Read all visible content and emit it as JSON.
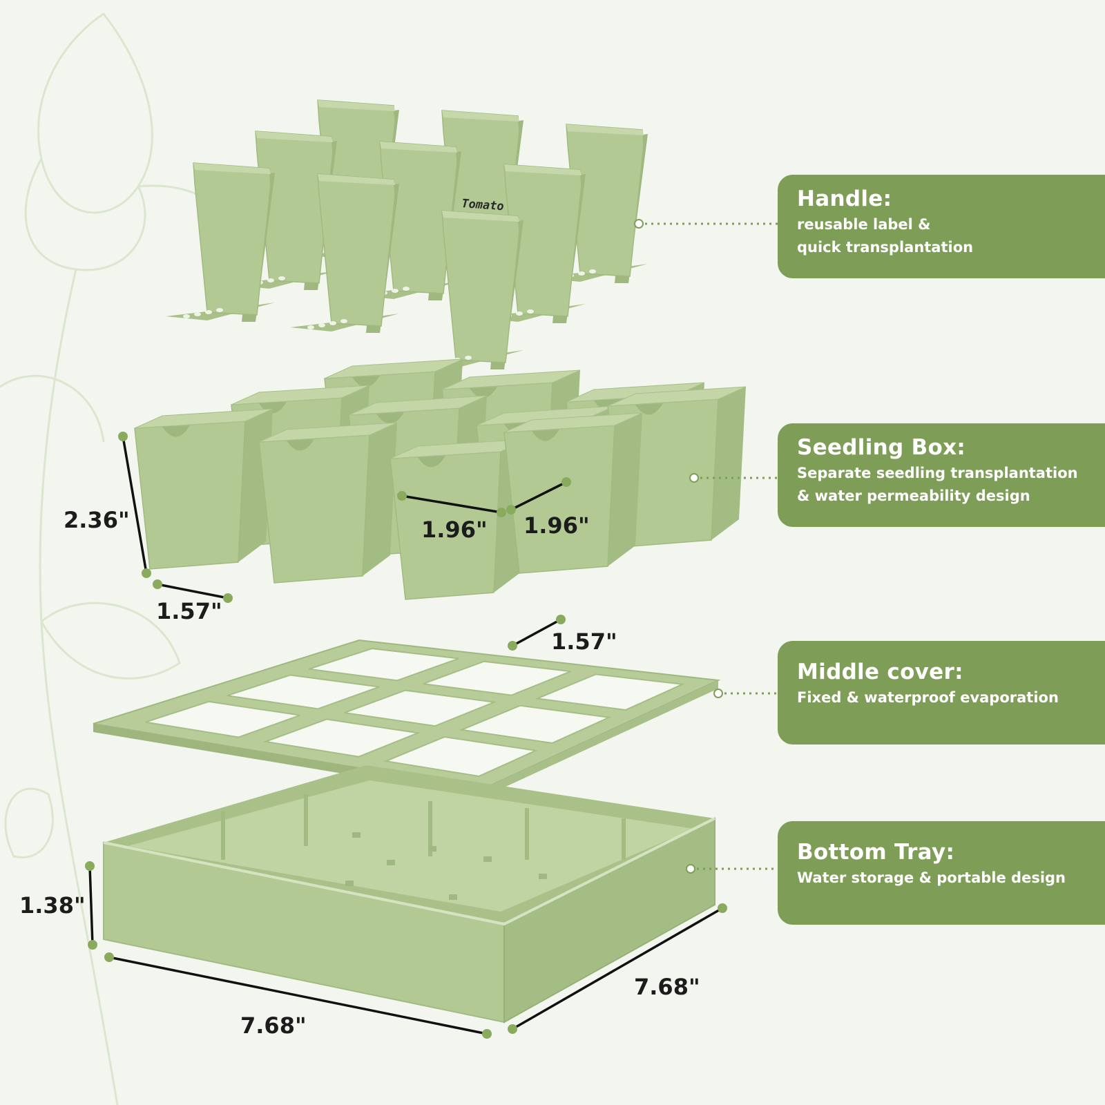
{
  "components": [
    {
      "title": "Handle:",
      "description": [
        "reusable label &",
        "quick transplantation"
      ]
    },
    {
      "title": "Seedling Box:",
      "description": [
        "Separate seedling transplantation",
        "& water permeability design"
      ]
    },
    {
      "title": "Middle cover:",
      "description": [
        "Fixed & waterproof evaporation"
      ]
    },
    {
      "title": "Bottom Tray:",
      "description": [
        "Water storage & portable design"
      ]
    }
  ],
  "dimensions": {
    "seedling_height": "2.36\"",
    "seedling_base_left": "1.57\"",
    "seedling_base_right": "1.57\"",
    "seedling_top_width": "1.96\"",
    "seedling_top_depth": "1.96\"",
    "tray_height": "1.38\"",
    "tray_width": "7.68\"",
    "tray_depth": "7.68\""
  },
  "handle_tag_text": "Tomato",
  "colors": {
    "product_green": "#b3c994",
    "accent_green": "#7e9e58",
    "background": "#f3f6ee"
  },
  "icons": [
    "flower-outline-watermark"
  ]
}
